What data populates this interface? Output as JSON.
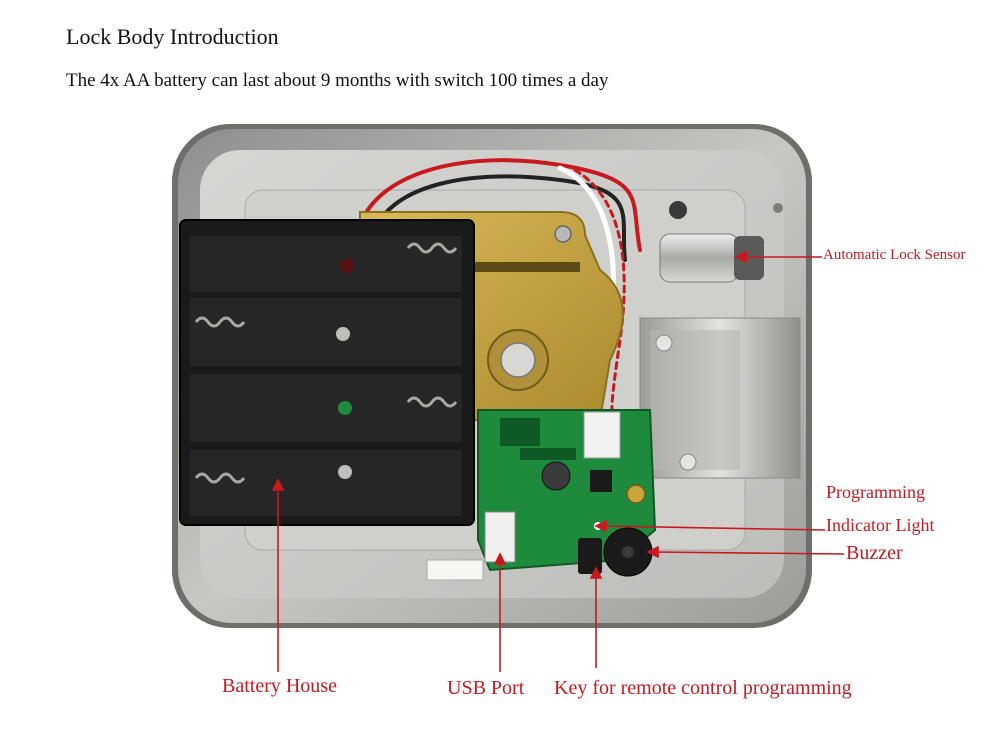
{
  "heading": "Lock Body Introduction",
  "description": "The 4x AA battery can last about 9 months with switch 100 times a day",
  "labels": {
    "automatic_lock_sensor": "Automatic Lock Sensor",
    "programming_line1": "Programming",
    "programming_line2": "Indicator Light",
    "buzzer": "Buzzer",
    "battery_house": "Battery House",
    "usb_port": "USB Port",
    "key_remote": "Key for remote control programming"
  },
  "colors": {
    "callout": "#c8191e",
    "pcb": "#1d8a3c",
    "metal": "#b9b9b6",
    "brass": "#c9a43a",
    "battery_case": "#1a1a1a"
  }
}
